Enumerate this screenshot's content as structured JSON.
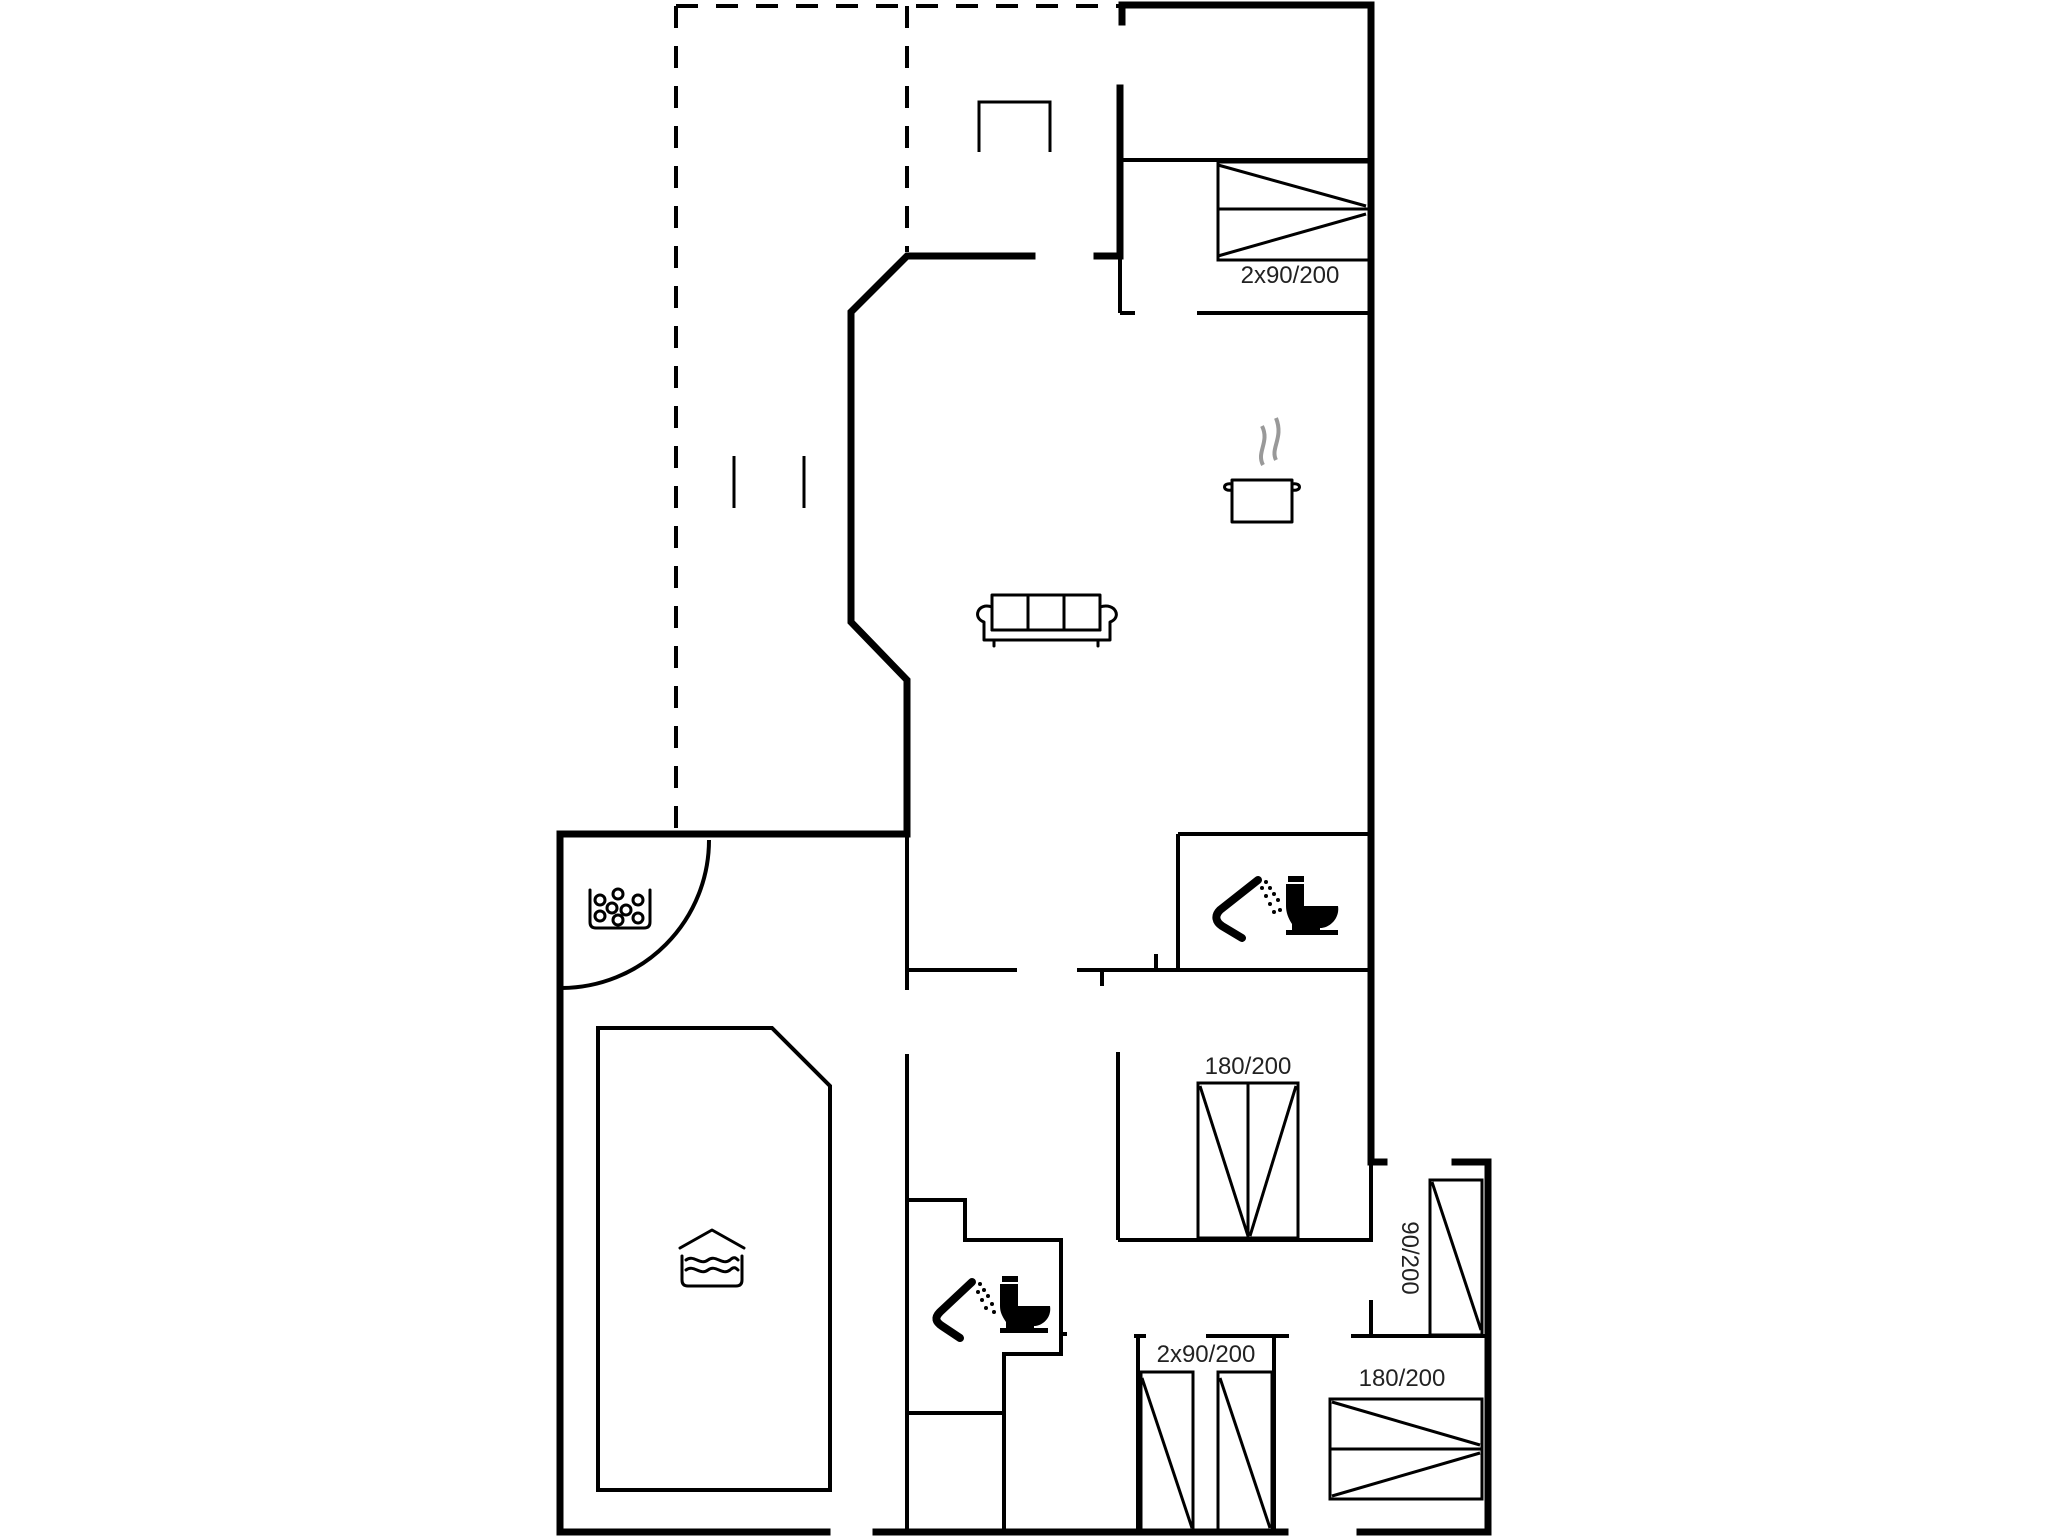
{
  "plan": {
    "type": "floor-plan",
    "background": "#ffffff",
    "line_color": "#000000"
  },
  "beds": [
    {
      "id": "bed-top-right",
      "label": "2x90/200"
    },
    {
      "id": "bed-middle-right",
      "label": "180/200"
    },
    {
      "id": "bed-side",
      "label": "90/200"
    },
    {
      "id": "bed-bottom-middle",
      "label": "2x90/200"
    },
    {
      "id": "bed-bottom-right",
      "label": "180/200"
    }
  ],
  "icons": [
    {
      "name": "kitchen-pot-icon",
      "room": "kitchen"
    },
    {
      "name": "sofa-icon",
      "room": "living-room"
    },
    {
      "name": "shower-icon",
      "room": "bathroom-upper"
    },
    {
      "name": "toilet-icon",
      "room": "bathroom-upper"
    },
    {
      "name": "shower-icon",
      "room": "bathroom-lower"
    },
    {
      "name": "toilet-icon",
      "room": "bathroom-lower"
    },
    {
      "name": "whirlpool-spa-icon",
      "room": "spa-corner"
    },
    {
      "name": "indoor-pool-icon",
      "room": "pool-room"
    }
  ]
}
